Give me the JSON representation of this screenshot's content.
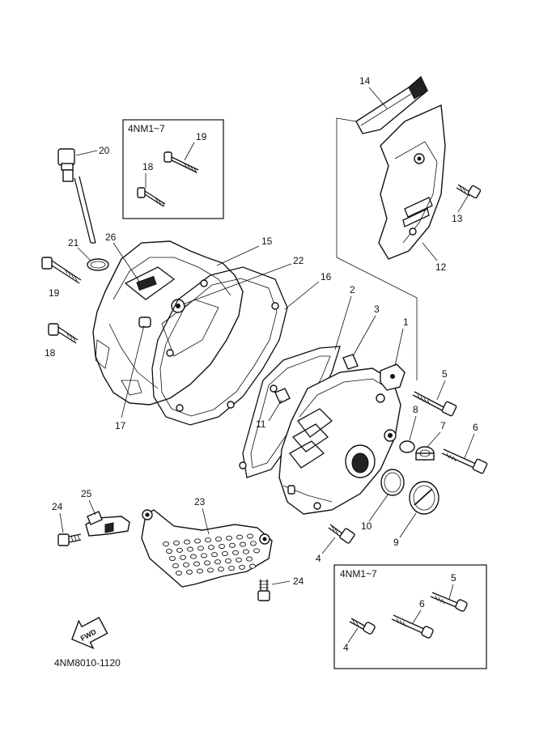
{
  "boxes": [
    {
      "title": "4NM1~7"
    },
    {
      "title": "4NM1~7"
    }
  ],
  "labels": {
    "l1": "1",
    "l2": "2",
    "l3": "3",
    "l4a": "4",
    "l4b": "4",
    "l5a": "5",
    "l5b": "5",
    "l6a": "6",
    "l6b": "6",
    "l7": "7",
    "l8": "8",
    "l9": "9",
    "l10": "10",
    "l11": "11",
    "l12": "12",
    "l13": "13",
    "l14": "14",
    "l15": "15",
    "l16": "16",
    "l17": "17",
    "l18a": "18",
    "l18b": "18",
    "l19a": "19",
    "l19b": "19",
    "l20": "20",
    "l21": "21",
    "l22": "22",
    "l23": "23",
    "l24a": "24",
    "l24b": "24",
    "l25": "25",
    "l26": "26"
  },
  "fwd": "FWD",
  "code": "4NM8010-1120"
}
